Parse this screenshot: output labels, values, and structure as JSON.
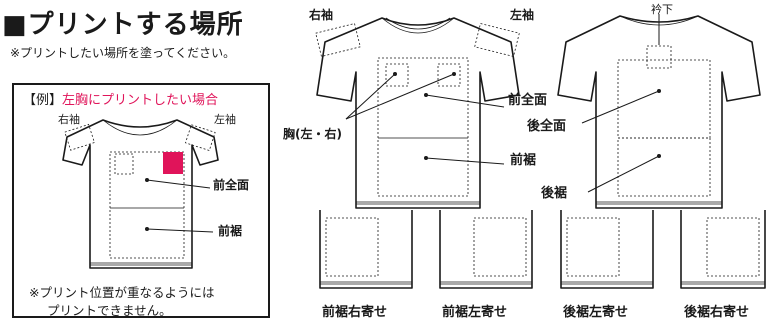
{
  "title": "■プリントする場所",
  "subtitle": "※プリントしたい場所を塗ってください。",
  "example": {
    "bracket_open": "【",
    "bracket_word": "例",
    "bracket_close": "】",
    "description": "左胸にプリントしたい場合",
    "right_sleeve": "右袖",
    "left_sleeve": "左袖",
    "front_full": "前全面",
    "front_hem": "前裾",
    "note_line1": "※プリント位置が重なるようには",
    "note_line2": "プリントできません。"
  },
  "front": {
    "right_sleeve": "右袖",
    "left_sleeve": "左袖",
    "chest": "胸(左・右)",
    "front_full": "前全面",
    "front_hem": "前裾"
  },
  "back": {
    "collar_bottom": "衿下",
    "back_full": "後全面",
    "back_hem": "後裾"
  },
  "hem_panels": [
    "前裾右寄せ",
    "前裾左寄せ",
    "後裾左寄せ",
    "後裾右寄せ"
  ],
  "colors": {
    "highlight": "#e0145a",
    "ink": "#1a1a1a"
  }
}
